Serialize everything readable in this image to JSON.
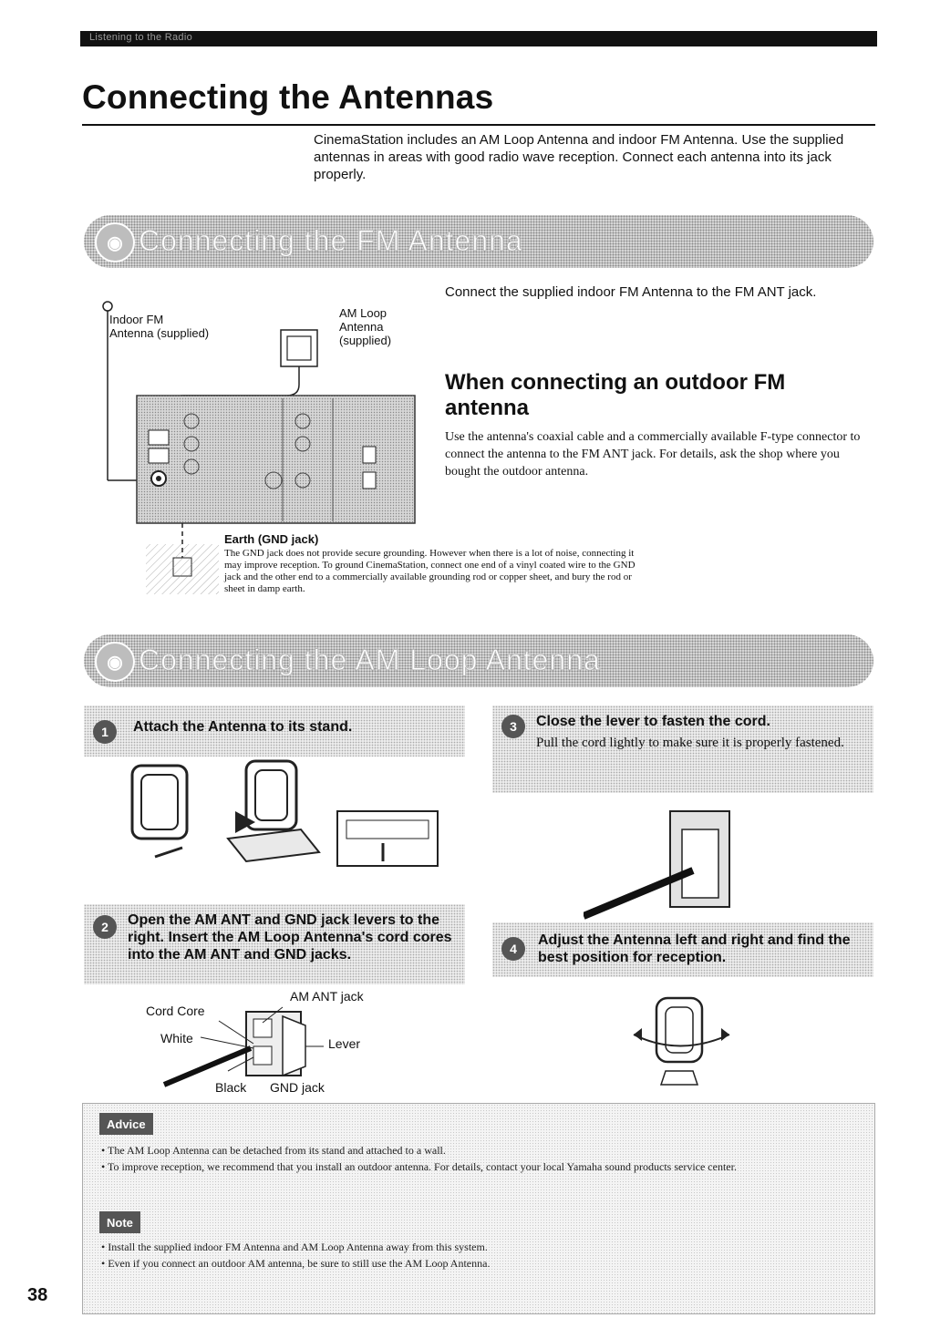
{
  "header": {
    "section": "Listening to the Radio"
  },
  "title": "Connecting the Antennas",
  "intro": "CinemaStation includes an AM Loop Antenna and indoor FM Antenna. Use the supplied antennas in areas with good radio wave reception. Connect each antenna into its jack properly.",
  "fm_section": {
    "heading": "Connecting the FM Antenna",
    "connect_text": "Connect the supplied indoor FM Antenna to the FM ANT jack.",
    "label_indoor_fm": "Indoor FM",
    "label_indoor_fm_2": "Antenna (supplied)",
    "label_am_loop": "AM Loop",
    "label_am_loop_2": "Antenna",
    "label_am_loop_3": "(supplied)",
    "outdoor_heading": "When connecting an outdoor FM antenna",
    "outdoor_text": "Use the antenna's coaxial cable and a commercially available F-type connector to connect the antenna to the FM ANT jack. For details, ask the shop where you bought the outdoor antenna.",
    "earth_title": "Earth (GND jack)",
    "earth_text": "The GND jack does not provide secure grounding. However when there is a lot of noise, connecting it may improve reception. To ground CinemaStation, connect one end of a vinyl coated wire to the GND jack and the other end to a commercially available grounding rod or copper sheet, and bury the rod or sheet in damp earth."
  },
  "am_section": {
    "heading": "Connecting the AM Loop Antenna",
    "steps": [
      {
        "num": "1",
        "text": "Attach the Antenna to its stand."
      },
      {
        "num": "2",
        "text": "Open the AM ANT and GND jack levers to the right. Insert the AM Loop Antenna's cord cores into the AM ANT and GND jacks."
      },
      {
        "num": "3",
        "text": "Close the lever to fasten the cord.",
        "sub": "Pull the cord lightly to make sure it is properly fastened."
      },
      {
        "num": "4",
        "text": "Adjust the Antenna left and right and find the best position for reception."
      }
    ],
    "labels": {
      "am_ant_jack": "AM ANT jack",
      "cord_core": "Cord Core",
      "white": "White",
      "lever": "Lever",
      "black": "Black",
      "gnd_jack": "GND jack"
    }
  },
  "notes": {
    "advice_tag": "Advice",
    "advice_items": [
      "The AM Loop Antenna can be detached from its stand and attached to a wall.",
      "To improve reception, we recommend that you install an outdoor antenna. For details, contact your local Yamaha sound products service center."
    ],
    "note_tag": "Note",
    "note_items": [
      "Install the supplied indoor FM Antenna and AM Loop Antenna away from this system.",
      "Even if you connect an outdoor AM antenna, be sure to still use the AM Loop Antenna."
    ]
  },
  "page_number": "38"
}
